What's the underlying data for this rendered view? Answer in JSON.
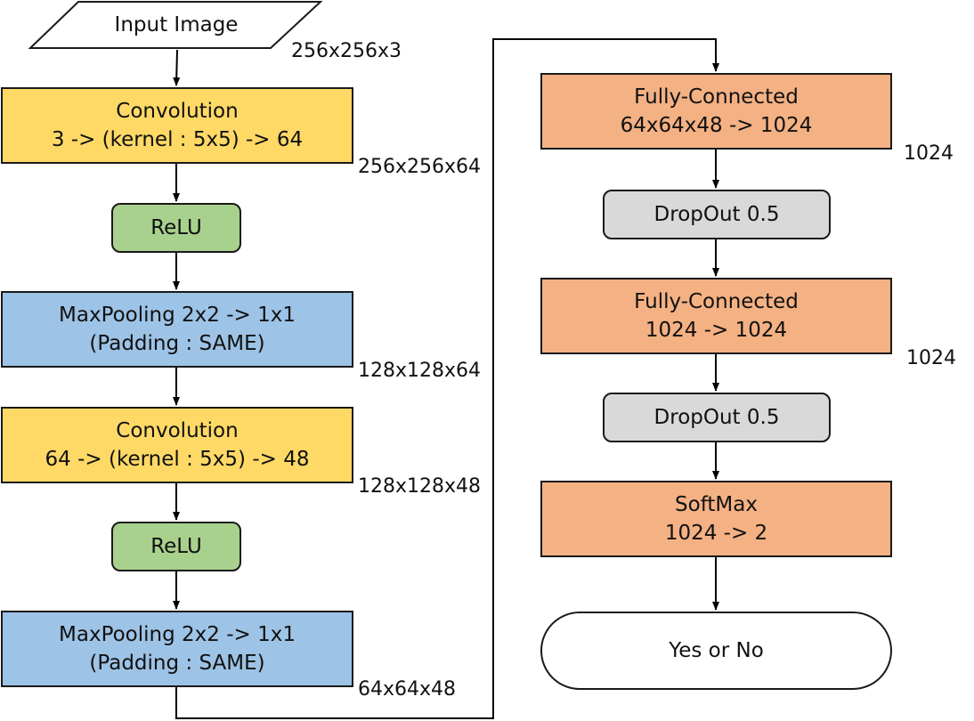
{
  "input": {
    "label": "Input Image"
  },
  "nodes": {
    "conv1": {
      "line1": "Convolution",
      "line2": "3 -> (kernel : 5x5) -> 64"
    },
    "relu1": {
      "label": "ReLU"
    },
    "pool1": {
      "line1": "MaxPooling 2x2 -> 1x1",
      "line2": "(Padding : SAME)"
    },
    "conv2": {
      "line1": "Convolution",
      "line2": "64 -> (kernel : 5x5) -> 48"
    },
    "relu2": {
      "label": "ReLU"
    },
    "pool2": {
      "line1": "MaxPooling 2x2 -> 1x1",
      "line2": "(Padding : SAME)"
    },
    "fc1": {
      "line1": "Fully-Connected",
      "line2": "64x64x48 -> 1024"
    },
    "drop1": {
      "label": "DropOut 0.5"
    },
    "fc2": {
      "line1": "Fully-Connected",
      "line2": "1024 -> 1024"
    },
    "drop2": {
      "label": "DropOut 0.5"
    },
    "softmax": {
      "line1": "SoftMax",
      "line2": "1024 -> 2"
    },
    "output": {
      "label": "Yes or No"
    }
  },
  "dims": {
    "input": "256x256x3",
    "conv1": "256x256x64",
    "pool1": "128x128x64",
    "conv2": "128x128x48",
    "pool2": "64x64x48",
    "fc1": "1024",
    "fc2": "1024"
  },
  "colors": {
    "convolution": "#FFD966",
    "relu": "#A9D18E",
    "maxpooling": "#9DC3E6",
    "fully_connected": "#F4B183",
    "dropout": "#D9D9D9",
    "terminal": "#FFFFFF",
    "stroke": "#1A1A1A"
  }
}
